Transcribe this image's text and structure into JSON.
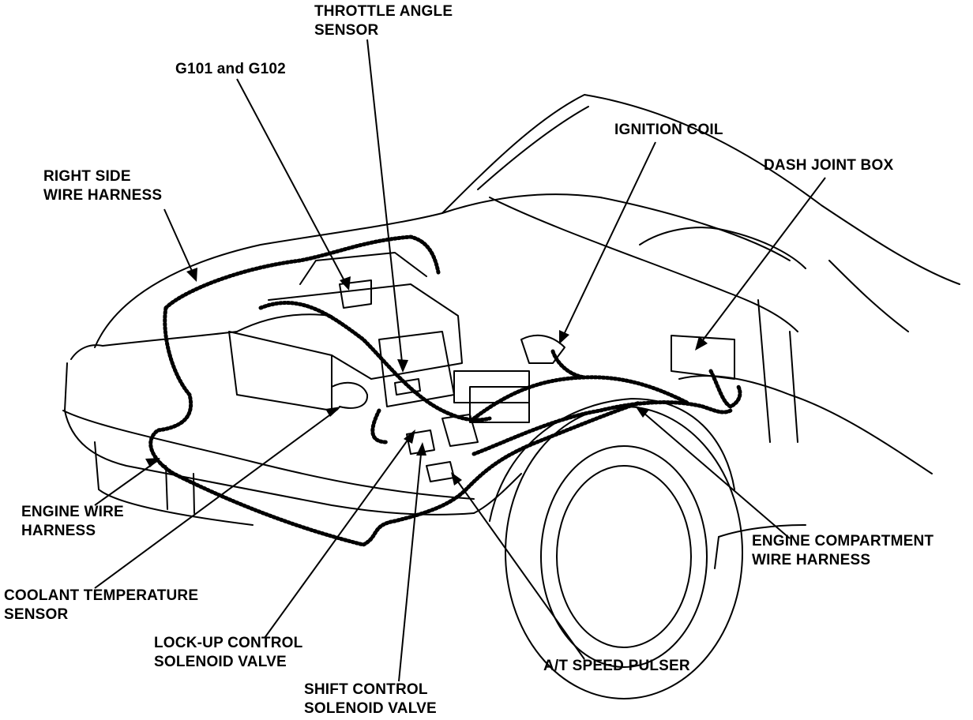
{
  "labels": {
    "throttle_angle_sensor": [
      "THROTTLE ANGLE",
      "SENSOR"
    ],
    "g101_g102": [
      "G101 and G102"
    ],
    "ignition_coil": [
      "IGNITION COIL"
    ],
    "dash_joint_box": [
      "DASH JOINT BOX"
    ],
    "right_side_wire_harness": [
      "RIGHT SIDE",
      "WIRE HARNESS"
    ],
    "engine_wire_harness": [
      "ENGINE WIRE",
      "HARNESS"
    ],
    "coolant_temperature_sensor": [
      "COOLANT TEMPERATURE",
      "SENSOR"
    ],
    "lockup_control_solenoid_valve": [
      "LOCK-UP CONTROL",
      "SOLENOID VALVE"
    ],
    "shift_control_solenoid_valve": [
      "SHIFT CONTROL",
      "SOLENOID VALVE"
    ],
    "at_speed_pulser": [
      "A/T SPEED PULSER"
    ],
    "engine_compartment_wire_harness": [
      "ENGINE COMPARTMENT",
      "WIRE HARNESS"
    ]
  }
}
